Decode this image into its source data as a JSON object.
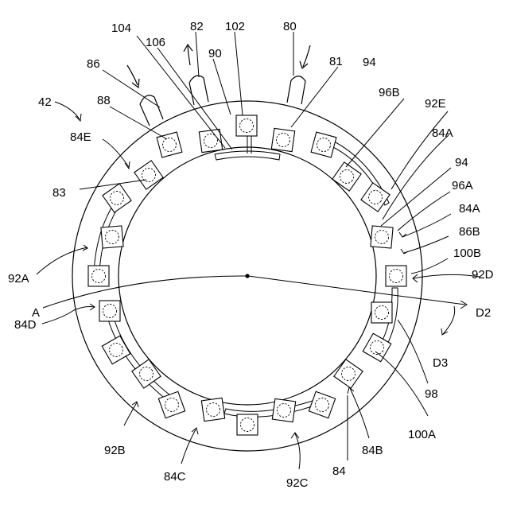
{
  "figure_id": "42",
  "labels": {
    "l104": "104",
    "l82": "82",
    "l102": "102",
    "l80": "80",
    "l106": "106",
    "l90": "90",
    "l86": "86",
    "l81": "81",
    "l94a": "94",
    "l96B": "96B",
    "l92E": "92E",
    "l42": "42",
    "l88": "88",
    "l84A1": "84A",
    "l84E": "84E",
    "l94b": "94",
    "l96A": "96A",
    "l83": "83",
    "l84A2": "84A",
    "l86B": "86B",
    "l100B": "100B",
    "l92A": "92A",
    "l92D": "92D",
    "lA": "A",
    "lD2": "D2",
    "l84D": "84D",
    "lD3": "D3",
    "l98": "98",
    "l100A": "100A",
    "l92B": "92B",
    "l84B": "84B",
    "l84C": "84C",
    "l84": "84",
    "l92C": "92C"
  }
}
